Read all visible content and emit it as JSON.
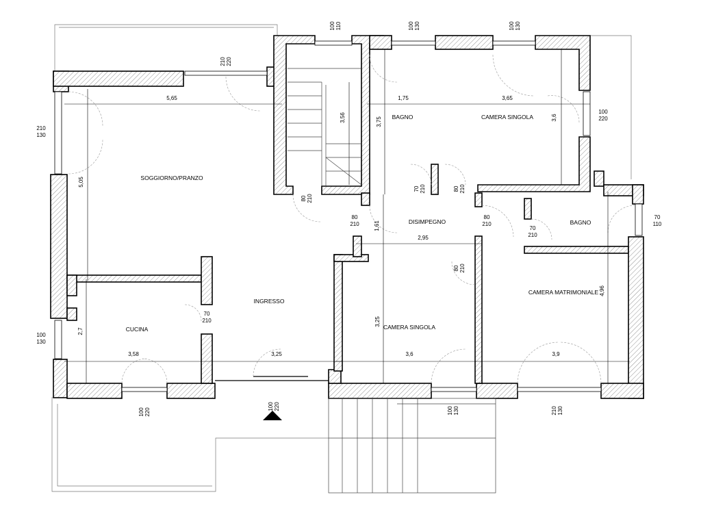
{
  "rooms": [
    {
      "id": "soggiorno",
      "label": "SOGGIORNO/PRANZO"
    },
    {
      "id": "bagno1",
      "label": "BAGNO"
    },
    {
      "id": "camera-singola-1",
      "label": "CAMERA SINGOLA"
    },
    {
      "id": "disimpegno",
      "label": "DISIMPEGNO"
    },
    {
      "id": "bagno2",
      "label": "BAGNO"
    },
    {
      "id": "ingresso",
      "label": "INGRESSO"
    },
    {
      "id": "cucina",
      "label": "CUCINA"
    },
    {
      "id": "camera-singola-2",
      "label": "CAMERA SINGOLA"
    },
    {
      "id": "camera-matrimoniale",
      "label": "CAMERA MATRIMONIALE"
    }
  ],
  "dimensions": [
    "5,65",
    "1,75",
    "3,65",
    "3,56",
    "3,75",
    "3,6",
    "5,05",
    "1,61",
    "2,95",
    "4,96",
    "2,7",
    "3,58",
    "3,25",
    "3,25",
    "3,6",
    "3,9"
  ],
  "openings": [
    {
      "w": "100",
      "h": "110"
    },
    {
      "w": "100",
      "h": "130"
    },
    {
      "w": "100",
      "h": "130"
    },
    {
      "w": "210",
      "h": "220"
    },
    {
      "w": "210",
      "h": "130"
    },
    {
      "w": "100",
      "h": "220"
    },
    {
      "w": "80",
      "h": "210"
    },
    {
      "w": "70",
      "h": "210"
    },
    {
      "w": "80",
      "h": "210"
    },
    {
      "w": "80",
      "h": "210"
    },
    {
      "w": "80",
      "h": "210"
    },
    {
      "w": "70",
      "h": "210"
    },
    {
      "w": "70",
      "h": "110"
    },
    {
      "w": "80",
      "h": "210"
    },
    {
      "w": "70",
      "h": "210"
    },
    {
      "w": "100",
      "h": "130"
    },
    {
      "w": "100",
      "h": "220"
    },
    {
      "w": "100",
      "h": "220"
    },
    {
      "w": "100",
      "h": "130"
    },
    {
      "w": "210",
      "h": "130"
    }
  ]
}
